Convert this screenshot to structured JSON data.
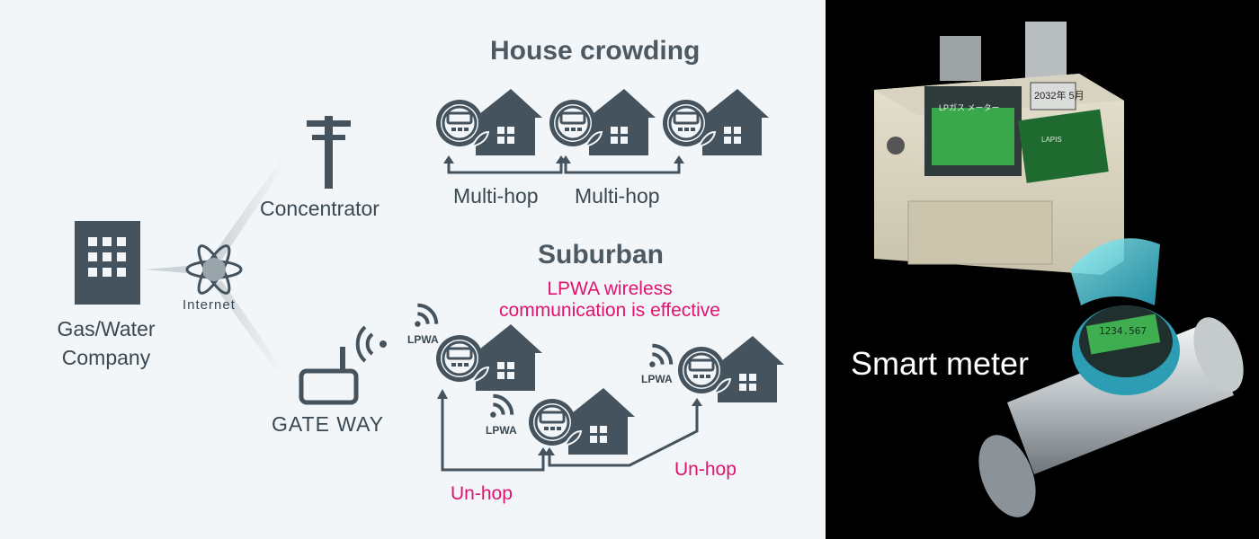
{
  "nodes": {
    "company": "Gas/Water\nCompany",
    "internet": "Internet",
    "concentrator": "Concentrator",
    "gateway": "GATE WAY"
  },
  "house_crowding": {
    "title": "House crowding",
    "hop_labels": [
      "Multi-hop",
      "Multi-hop"
    ]
  },
  "suburban": {
    "title": "Suburban",
    "subtitle": "LPWA wireless\ncommunication is effective",
    "lpwa_label": "LPWA",
    "hop_labels": [
      "Un-hop",
      "Un-hop"
    ]
  },
  "right_panel": {
    "caption": "Smart meter",
    "meter_brand": "LAPIS",
    "meter_display": "LPガス メーター",
    "meter_date": "2032年 5月",
    "water_display": "1234.567"
  },
  "colors": {
    "icon": "#44535d",
    "accent": "#e0136e",
    "background": "#f3f6f8",
    "right_background": "#000000"
  }
}
